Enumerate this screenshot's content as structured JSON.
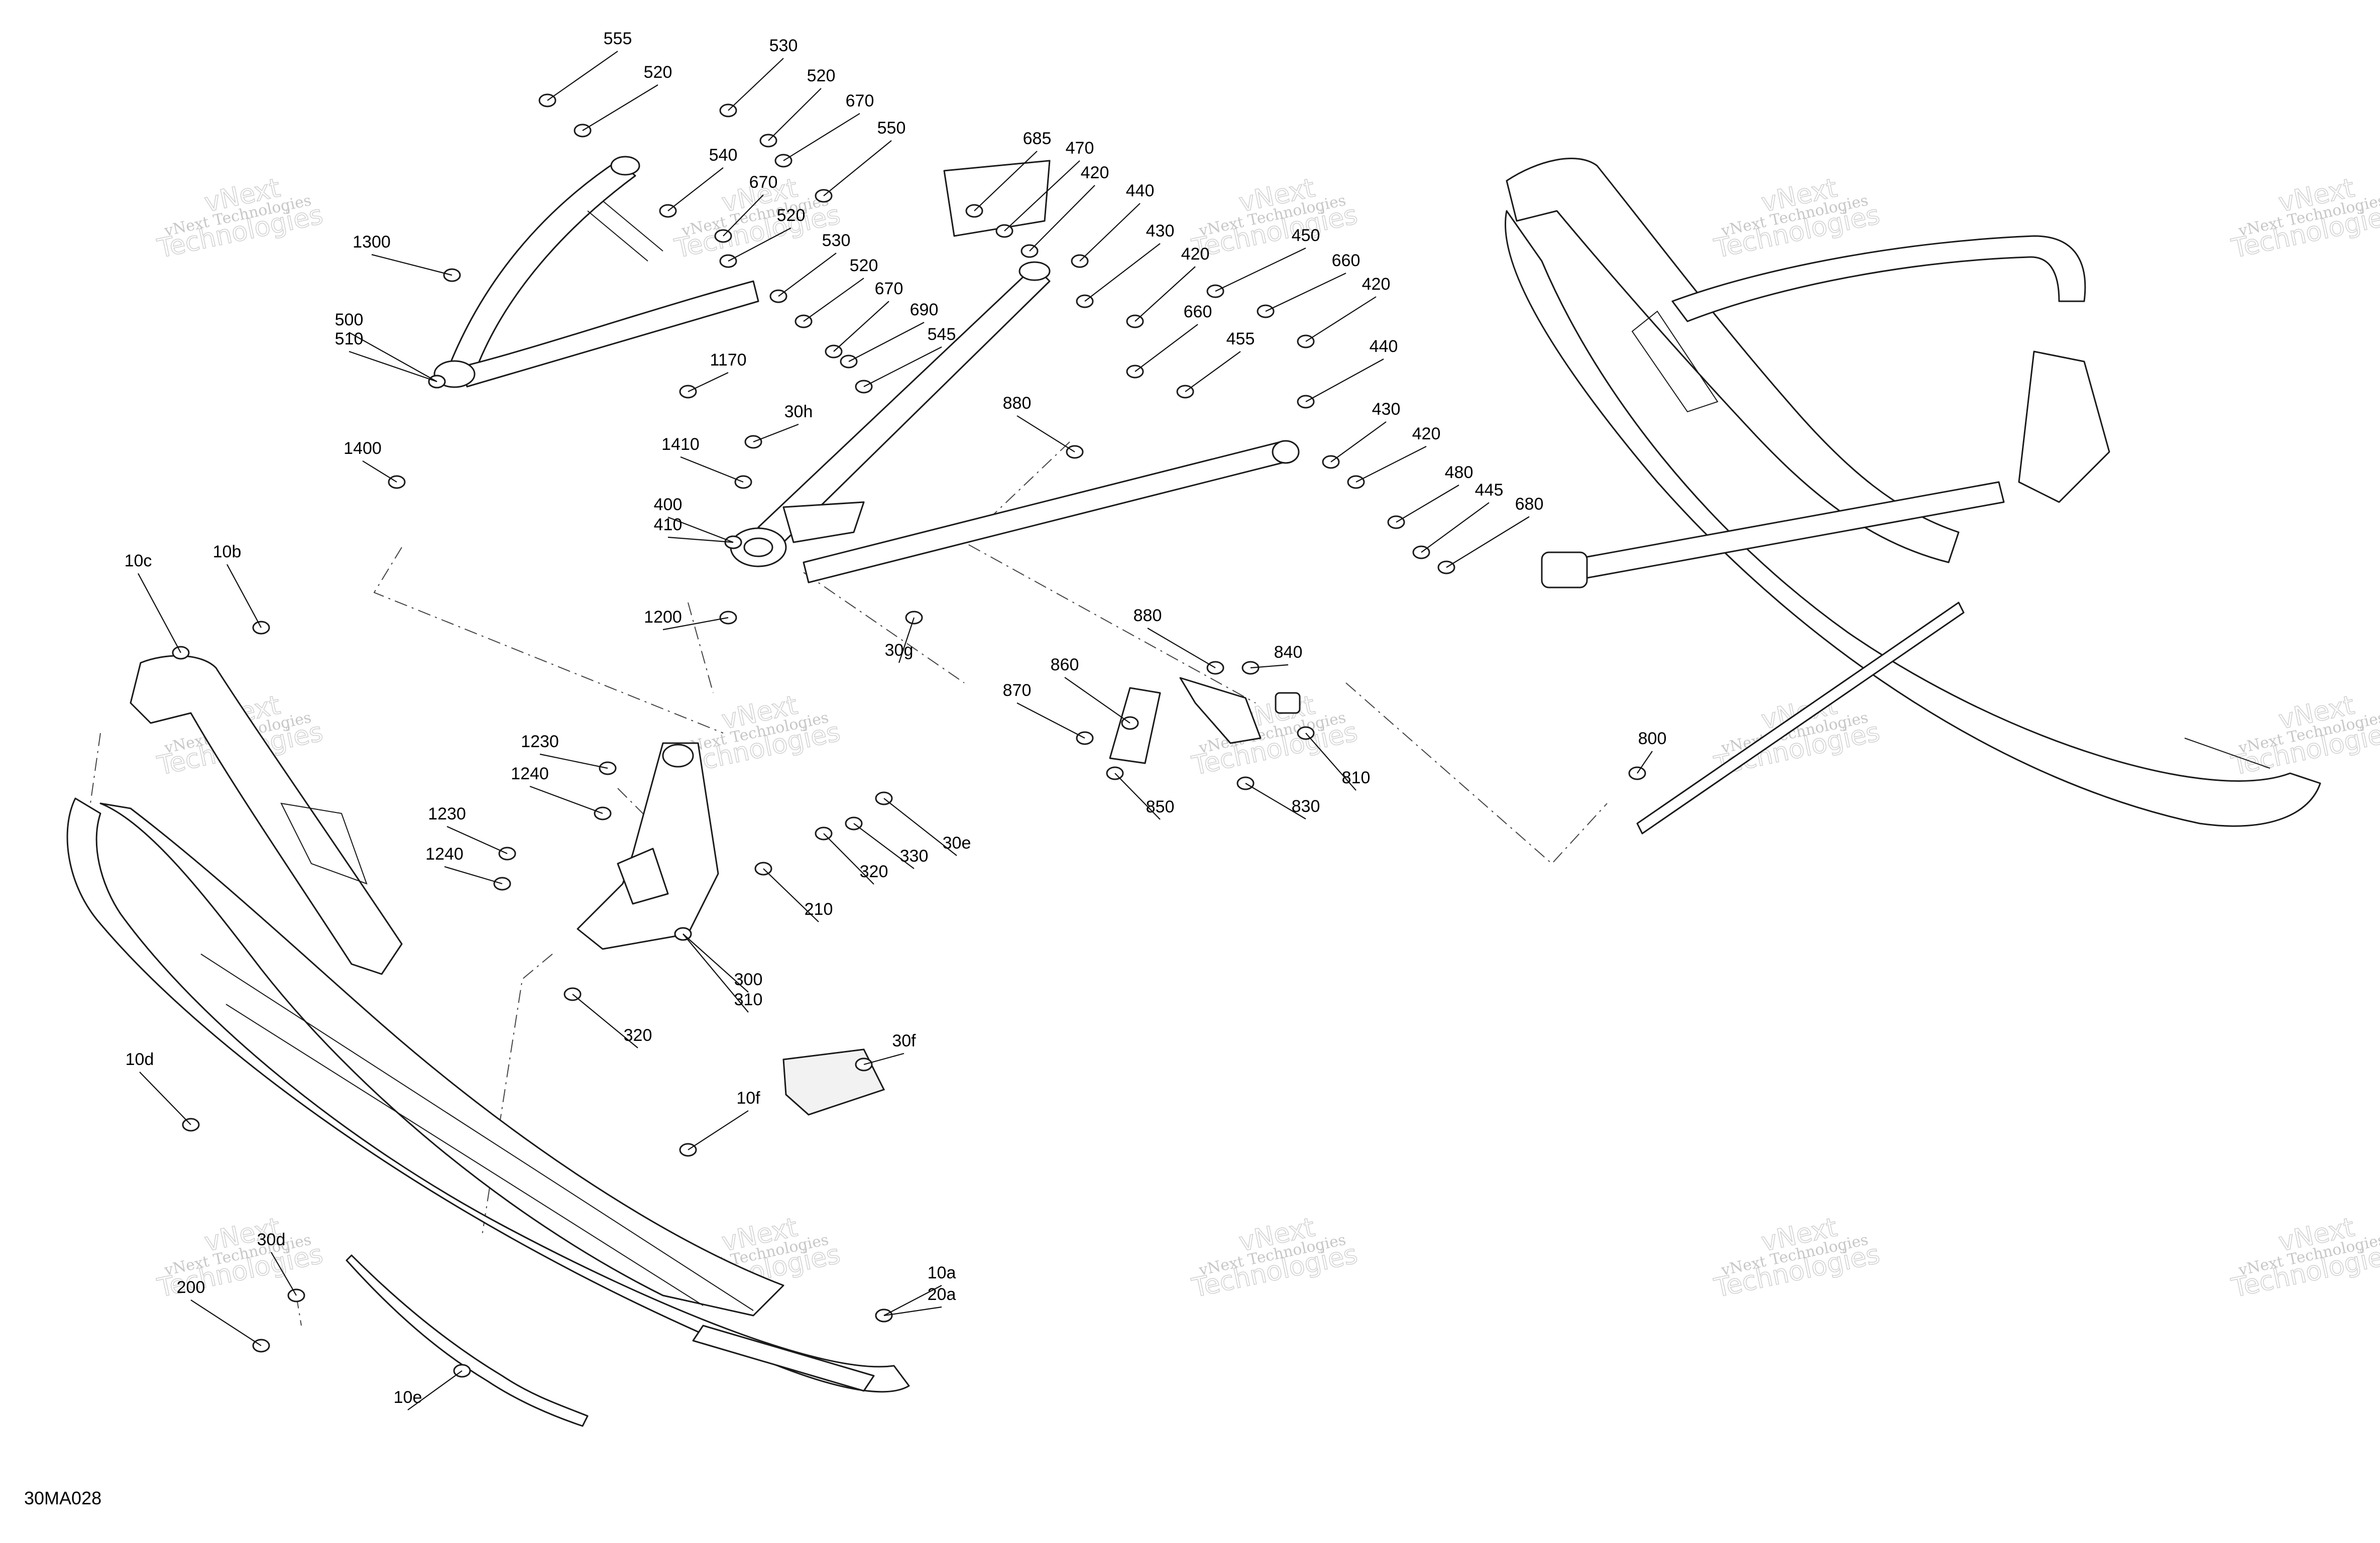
{
  "diagram": {
    "reference_code": "30MA028",
    "watermark": {
      "top_line": "vNext",
      "brand": "vNext Technologies",
      "outline": "Technologies"
    },
    "callouts": [
      "555",
      "520",
      "530",
      "520",
      "670",
      "550",
      "540",
      "670",
      "520",
      "530",
      "520",
      "670",
      "690",
      "545",
      "1300",
      "500",
      "510",
      "685",
      "470",
      "420",
      "440",
      "430",
      "450",
      "660",
      "420",
      "420",
      "660",
      "455",
      "1170",
      "30h",
      "1410",
      "440",
      "430",
      "420",
      "480",
      "445",
      "680",
      "400",
      "410",
      "880",
      "1200",
      "30g",
      "1400",
      "10b",
      "10c",
      "1230",
      "1240",
      "1230",
      "1240",
      "880",
      "840",
      "860",
      "870",
      "810",
      "850",
      "830",
      "30e",
      "330",
      "320",
      "210",
      "300",
      "310",
      "320",
      "800",
      "30f",
      "10d",
      "10f",
      "30d",
      "200",
      "10e",
      "10a",
      "20a"
    ]
  }
}
